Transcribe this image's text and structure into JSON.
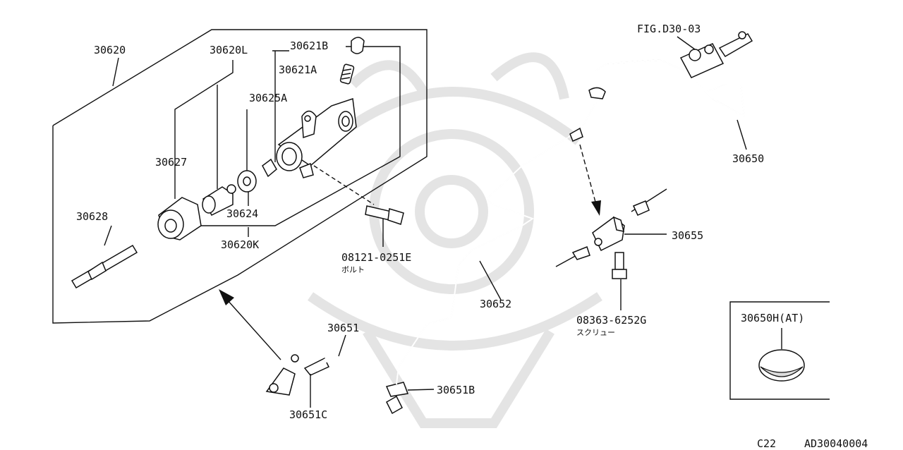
{
  "labels": {
    "l30620": "30620",
    "l30620L": "30620L",
    "l30621B": "30621B",
    "l30621A": "30621A",
    "l30625A": "30625A",
    "l30627": "30627",
    "l30624": "30624",
    "l30620K": "30620K",
    "l30628": "30628",
    "l08121": "08121-0251E",
    "l08121jp": "ボルト",
    "l30652": "30652",
    "l30651": "30651",
    "l30651B": "30651B",
    "l30651C": "30651C",
    "lfig": "FIG.D30-03",
    "l30650": "30650",
    "l30655": "30655",
    "l08363": "08363-6252G",
    "l08363jp": "スクリュー",
    "l30650H": "30650H(AT)"
  },
  "footer": {
    "model": "C22",
    "code": "AD30040004"
  }
}
